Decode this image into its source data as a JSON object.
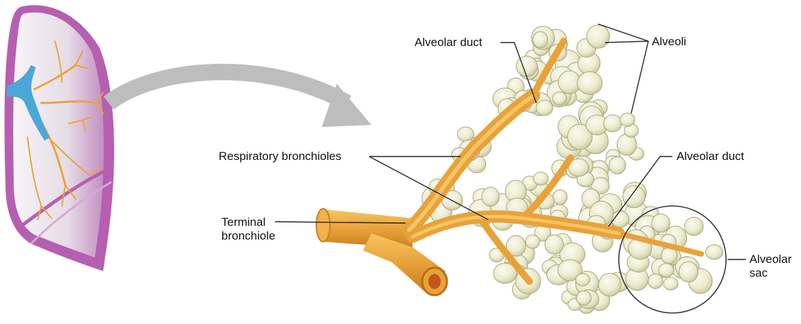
{
  "labels": {
    "alveolar_duct_top": "Alveolar duct",
    "alveoli": "Alveoli",
    "respiratory_bronchioles": "Respiratory bronchioles",
    "alveolar_duct_right": "Alveolar duct",
    "terminal_bronchiole_line1": "Terminal",
    "terminal_bronchiole_line2": "bronchiole",
    "alveolar_sac_line1": "Alveolar",
    "alveolar_sac_line2": "sac"
  },
  "colors": {
    "lung_outer": "#b55fae",
    "lung_inner": "#e7dfe8",
    "lung_highlight": "#f4eef4",
    "bronchus": "#4aa8d8",
    "airway": "#e8a53a",
    "airway_light": "#f2c56a",
    "alveolus_fill": "#ecebcf",
    "alveolus_edge": "#b9b98c",
    "arrow": "#bdbdbd",
    "leader_line": "#222222"
  }
}
